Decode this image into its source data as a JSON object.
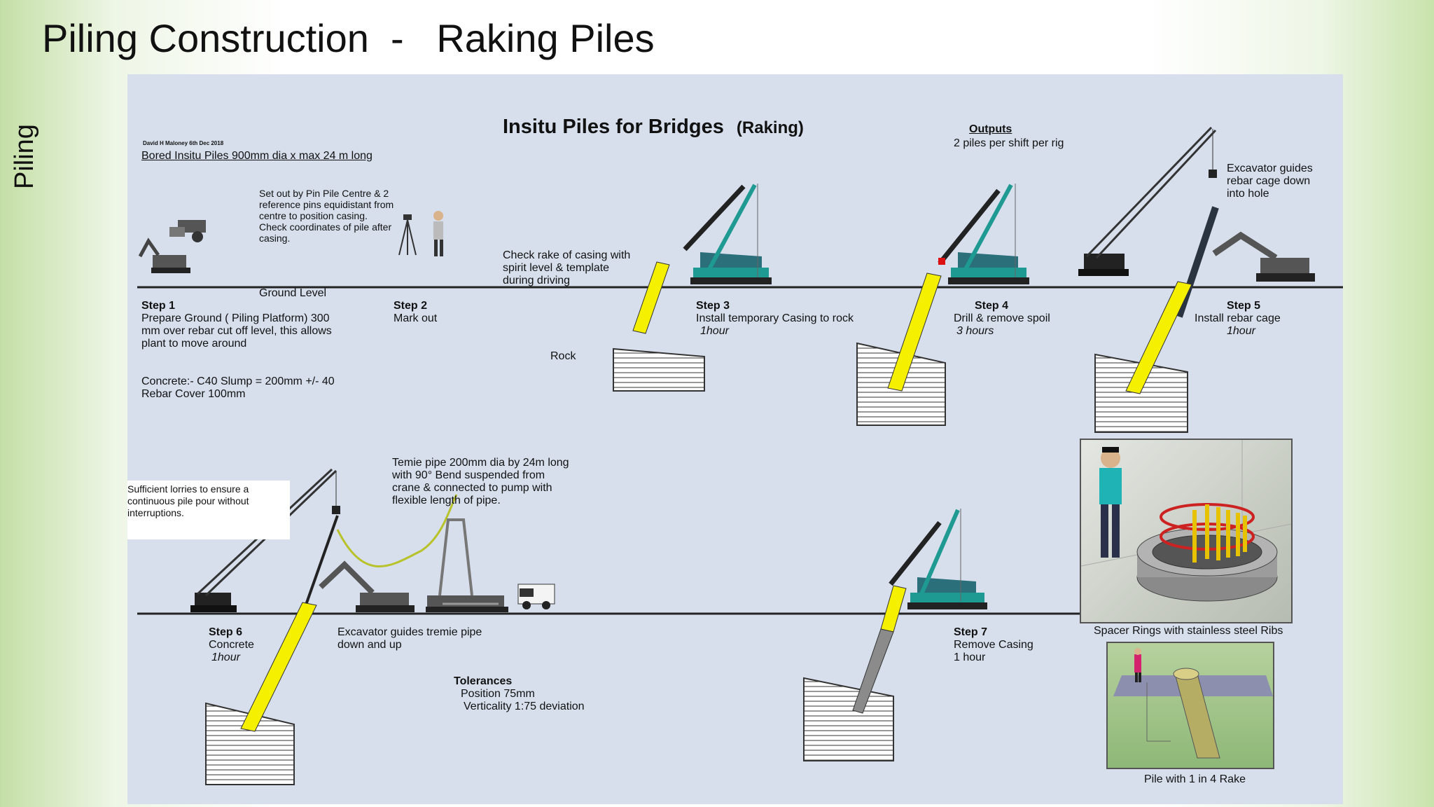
{
  "slide": {
    "title": "Piling Construction  -   Raking Piles",
    "side_label": "Piling"
  },
  "diagram": {
    "title": "Insitu Piles for Bridges",
    "title_suffix": "(Raking)",
    "author": "David H Maloney    6th Dec 2018",
    "subtitle": "Bored Insitu Piles  900mm dia x max 24 m long",
    "outputs_heading": "Outputs",
    "outputs_text": "2 piles per shift per rig",
    "ground_level": "Ground Level",
    "rock": "Rock",
    "setout_note": "Set out by Pin Pile Centre & 2 reference pins equidistant from centre to position casing. Check coordinates of pile after casing.",
    "rake_note": "Check rake of casing with spirit level & template during driving",
    "excavator_cage_note": "Excavator guides rebar cage down into hole",
    "lorries_note": "Sufficient lorries to ensure a continuous pile pour without interruptions.",
    "tremie_note": "Temie pipe 200mm dia by 24m long with 90° Bend suspended from crane & connected to pump with flexible length of pipe.",
    "excavator_tremie_note": "Excavator guides tremie pipe down and up",
    "concrete_spec": "Concrete:- C40  Slump = 200mm +/- 40",
    "rebar_cover": "Rebar Cover 100mm",
    "tolerances_heading": "Tolerances",
    "tolerance_position": "Position 75mm",
    "tolerance_verticality": "Verticality 1:75 deviation",
    "spacer_caption": "Spacer Rings with stainless steel Ribs",
    "rake_caption": "Pile with 1 in 4 Rake",
    "steps": [
      {
        "label": "Step 1",
        "desc": "Prepare Ground ( Piling Platform) 300 mm over rebar cut off level, this allows plant to move around",
        "time": ""
      },
      {
        "label": "Step 2",
        "desc": "Mark out",
        "time": ""
      },
      {
        "label": "Step 3",
        "desc": "Install temporary Casing to rock",
        "time": "1hour"
      },
      {
        "label": "Step 4",
        "desc": "Drill & remove spoil",
        "time": "3 hours"
      },
      {
        "label": "Step 5",
        "desc": "Install rebar cage",
        "time": "1hour"
      },
      {
        "label": "Step 6",
        "desc": "Concrete",
        "time": "1hour"
      },
      {
        "label": "Step 7",
        "desc": "Remove Casing",
        "time": "1 hour"
      }
    ],
    "colors": {
      "panel": "#d7dfec",
      "casing": "#f5f000",
      "rig": "#1e9a92",
      "ground_line": "#222222"
    }
  }
}
